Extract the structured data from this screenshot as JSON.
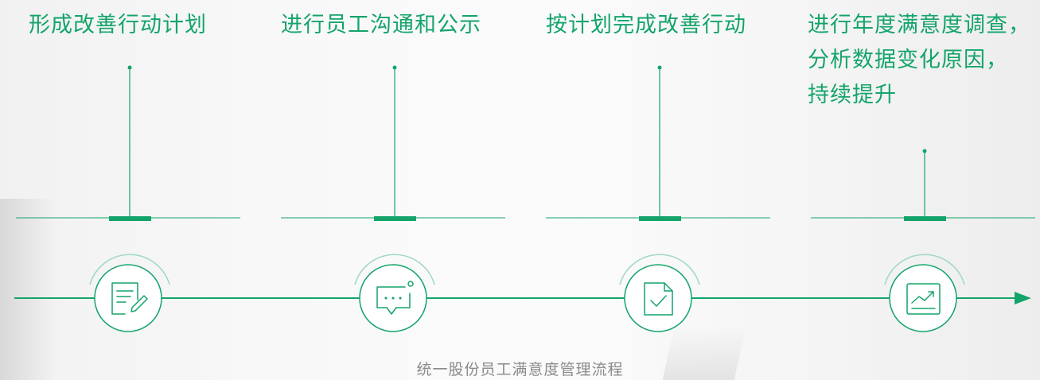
{
  "steps": [
    {
      "title": "形成改善行动计划",
      "icon": "document-edit-icon"
    },
    {
      "title": "进行员工沟通和公示",
      "icon": "chat-bubble-icon"
    },
    {
      "title": "按计划完成改善行动",
      "icon": "file-check-icon"
    },
    {
      "title": "进行年度满意度调查，\n分析数据变化原因，\n持续提升",
      "icon": "chart-growth-icon"
    }
  ],
  "caption": "统一股份员工满意度管理流程",
  "colors": {
    "accent": "#14a46a",
    "caption": "#8a8a8a"
  }
}
